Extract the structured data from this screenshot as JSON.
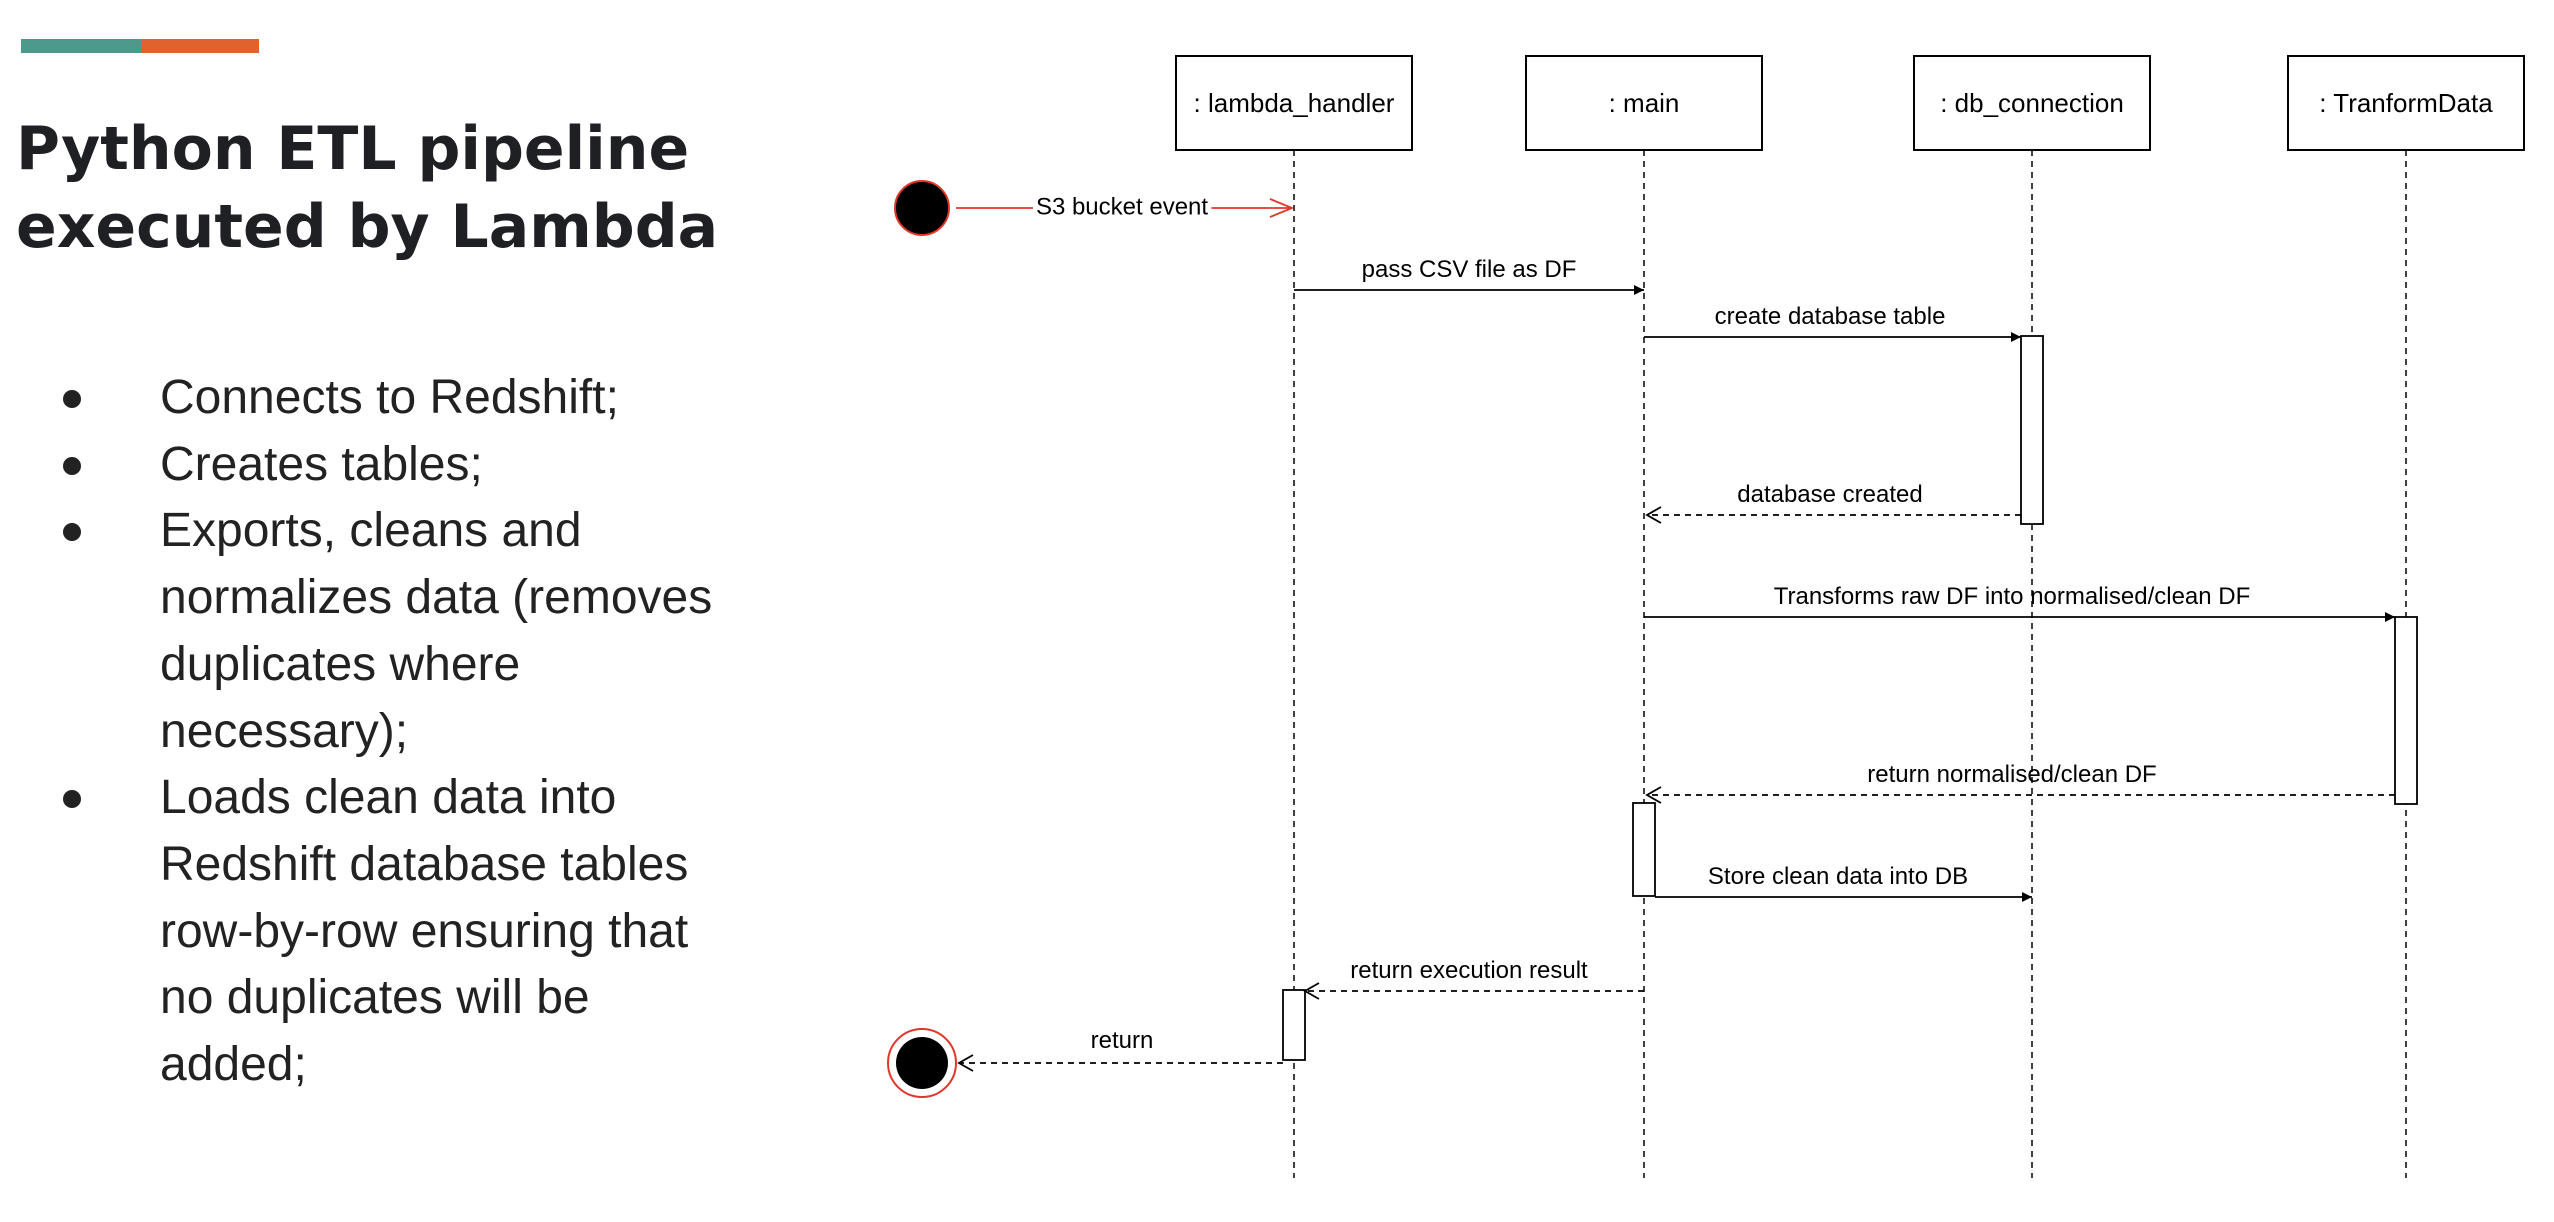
{
  "slide": {
    "title_lines": [
      "Python ETL pipeline",
      "executed by Lambda"
    ],
    "accent_colors": [
      "#4d9a8c",
      "#e0632e"
    ],
    "bullets": [
      {
        "lines": [
          "Connects to Redshift;"
        ]
      },
      {
        "lines": [
          "Creates tables;"
        ]
      },
      {
        "lines": [
          "Exports, cleans and",
          "normalizes data (removes",
          "duplicates where",
          "necessary);"
        ]
      },
      {
        "lines": [
          "Loads clean data into",
          "Redshift database tables",
          "row-by-row ensuring that",
          "no duplicates will be",
          "added;"
        ]
      }
    ]
  },
  "diagram": {
    "lifelines": [
      {
        "id": "lambda",
        "label": ": lambda_handler"
      },
      {
        "id": "main",
        "label": ": main"
      },
      {
        "id": "db",
        "label": ": db_connection"
      },
      {
        "id": "transform",
        "label": ": TranformData"
      }
    ],
    "start_event": {
      "label": "S3 bucket event",
      "color": "#e0372a"
    },
    "messages": [
      {
        "from": "lambda",
        "to": "main",
        "label": "pass CSV file as DF",
        "style": "sync"
      },
      {
        "from": "main",
        "to": "db",
        "label": "create database table",
        "style": "sync"
      },
      {
        "from": "db",
        "to": "main",
        "label": "database created",
        "style": "return"
      },
      {
        "from": "main",
        "to": "transform",
        "label": "Transforms raw DF into normalised/clean DF",
        "style": "sync"
      },
      {
        "from": "transform",
        "to": "main",
        "label": "return normalised/clean DF",
        "style": "return"
      },
      {
        "from": "main",
        "to": "db",
        "label": "Store clean data into DB",
        "style": "sync"
      },
      {
        "from": "main",
        "to": "lambda",
        "label": "return execution result",
        "style": "return"
      },
      {
        "from": "lambda",
        "to": "end",
        "label": "return",
        "style": "return"
      }
    ]
  }
}
